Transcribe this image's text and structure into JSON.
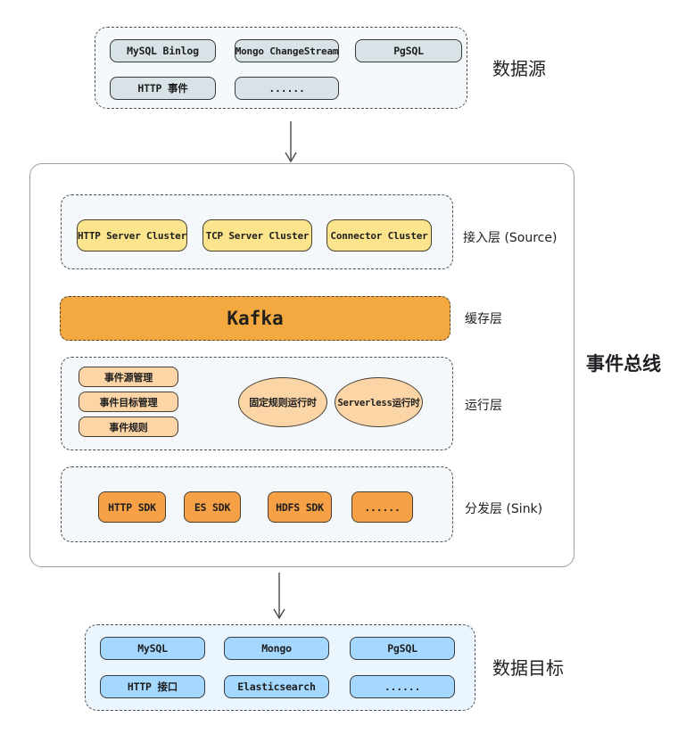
{
  "palette": {
    "source_box_fill": "#d9e2e7",
    "yellow_fill": "#fbe48c",
    "kafka_fill": "#f3a93f",
    "peach_fill": "#fcd5a6",
    "sink_fill": "#f6a145",
    "target_fill": "#a5d8ff",
    "stroke_dark": "#343a40",
    "container_stroke": "#9aa1a8"
  },
  "data_source": {
    "label": "数据源",
    "boxes": [
      "MySQL Binlog",
      "Mongo ChangeStream",
      "PgSQL",
      "HTTP 事件",
      "......"
    ]
  },
  "event_bus": {
    "label": "事件总线",
    "source_layer": {
      "label": "接入层 (Source)",
      "boxes": [
        "HTTP Server Cluster",
        "TCP Server Cluster",
        "Connector Cluster"
      ]
    },
    "cache_layer": {
      "label": "缓存层",
      "box": "Kafka"
    },
    "runtime_layer": {
      "label": "运行层",
      "boxes": [
        "事件源管理",
        "事件目标管理",
        "事件规则"
      ],
      "ellipses": [
        "固定规则运行时",
        "Serverless运行时"
      ]
    },
    "sink_layer": {
      "label": "分发层 (Sink)",
      "boxes": [
        "HTTP SDK",
        "ES SDK",
        "HDFS SDK",
        "......"
      ]
    }
  },
  "data_target": {
    "label": "数据目标",
    "boxes": [
      "MySQL",
      "Mongo",
      "PgSQL",
      "HTTP 接口",
      "Elasticsearch",
      "......"
    ]
  }
}
